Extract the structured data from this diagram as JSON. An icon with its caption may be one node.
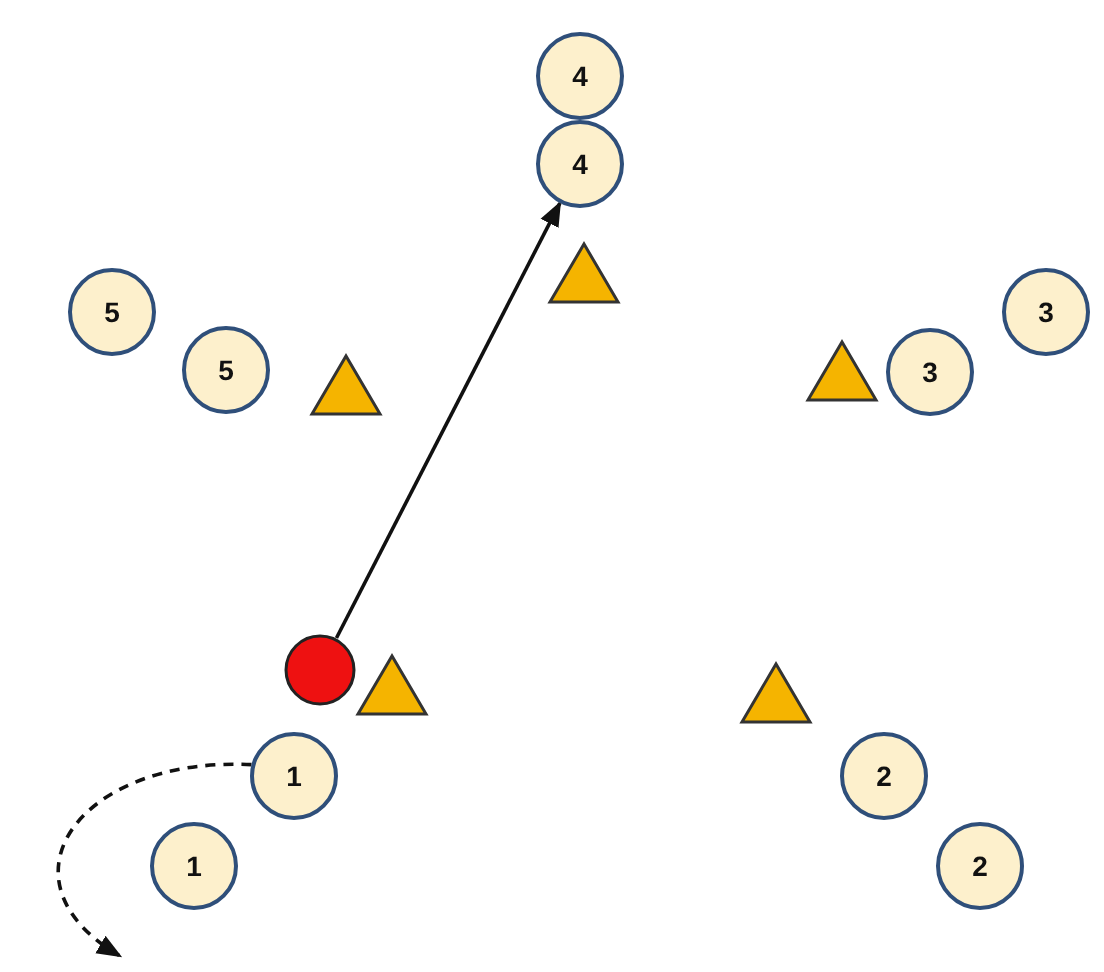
{
  "diagram": {
    "nodes": [
      {
        "text": [
          "4"
        ]
      },
      {
        "text": [
          "4"
        ]
      },
      {
        "text": [],
        "shape": "triangle"
      },
      {
        "text": [
          "5"
        ]
      },
      {
        "text": [
          "5"
        ]
      },
      {
        "text": [],
        "shape": "triangle"
      },
      {
        "text": [],
        "shape": "triangle"
      },
      {
        "text": [
          "3"
        ]
      },
      {
        "text": [
          "3"
        ]
      },
      {
        "text": [],
        "shape": "circle"
      },
      {
        "text": [],
        "shape": "triangle"
      },
      {
        "text": [
          "1"
        ]
      },
      {
        "text": [
          "1"
        ]
      },
      {
        "text": [],
        "shape": "triangle"
      },
      {
        "text": [
          "2"
        ]
      },
      {
        "text": [
          "2"
        ]
      }
    ],
    "edges": [
      {
        "from": 9,
        "to": 1,
        "arrow": "to"
      },
      {
        "from": 11,
        "to": null,
        "arrow": "to",
        "style": "dashed"
      }
    ]
  }
}
